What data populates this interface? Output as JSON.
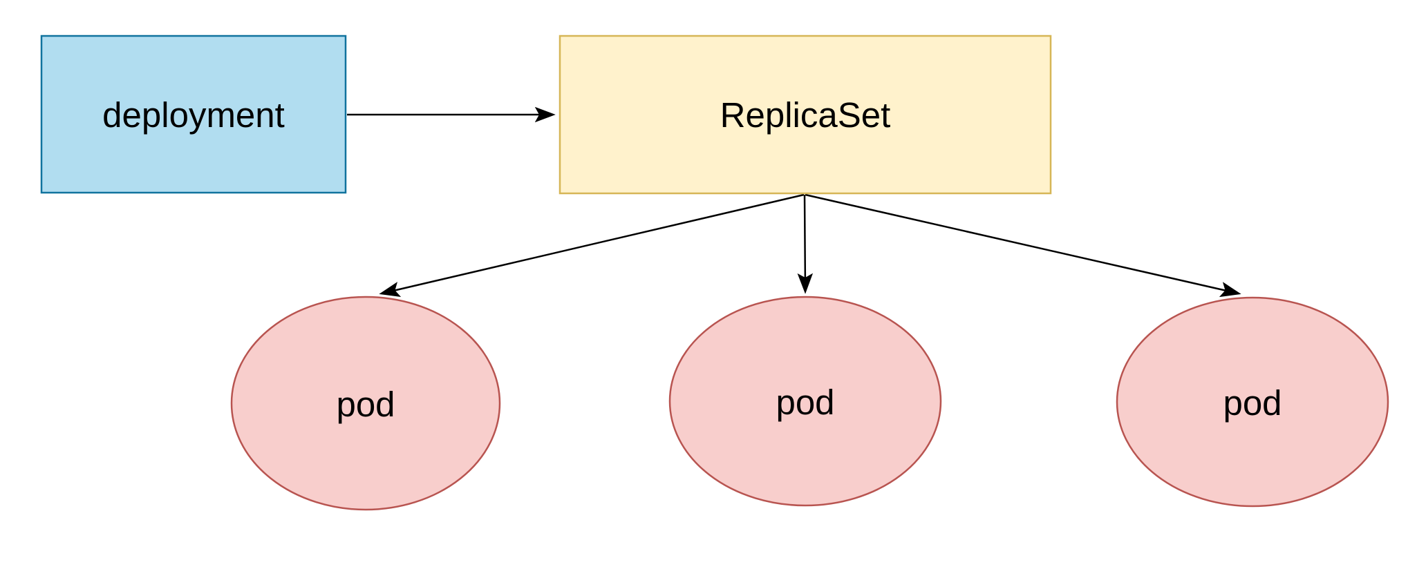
{
  "canvas": {
    "background": "#FFFFFF",
    "edge_color": "#000000",
    "text_color": "#000000"
  },
  "nodes": {
    "deployment": {
      "label": "deployment",
      "shape": "rectangle",
      "fill": "#B1DDF0",
      "stroke": "#10739E"
    },
    "replicaset": {
      "label": "ReplicaSet",
      "shape": "rectangle",
      "fill": "#FFF2CC",
      "stroke": "#D6B656"
    },
    "pod1": {
      "label": "pod",
      "shape": "ellipse",
      "fill": "#F8CECC",
      "stroke": "#B85450"
    },
    "pod2": {
      "label": "pod",
      "shape": "ellipse",
      "fill": "#F8CECC",
      "stroke": "#B85450"
    },
    "pod3": {
      "label": "pod",
      "shape": "ellipse",
      "fill": "#F8CECC",
      "stroke": "#B85450"
    }
  },
  "edges": [
    {
      "from": "deployment",
      "to": "ReplicaSet",
      "arrowhead": "end"
    },
    {
      "from": "ReplicaSet",
      "to": "pod-left",
      "arrowhead": "end"
    },
    {
      "from": "ReplicaSet",
      "to": "pod-middle",
      "arrowhead": "end"
    },
    {
      "from": "ReplicaSet",
      "to": "pod-right",
      "arrowhead": "end"
    }
  ]
}
